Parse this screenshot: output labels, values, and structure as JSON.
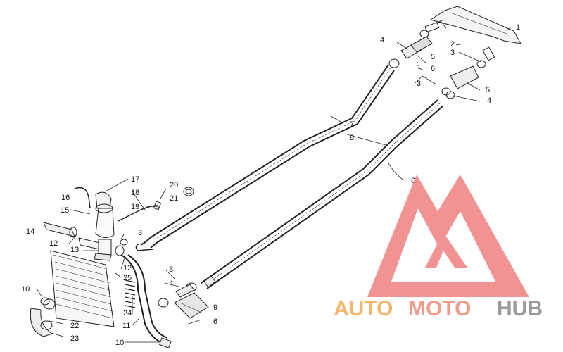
{
  "diagram": {
    "callouts": [
      "1",
      "2",
      "3",
      "3",
      "3",
      "3",
      "4",
      "4",
      "4",
      "4",
      "5",
      "5",
      "6",
      "6",
      "6",
      "7",
      "8",
      "9",
      "10",
      "10",
      "11",
      "12",
      "12",
      "13",
      "14",
      "15",
      "16",
      "17",
      "18",
      "19",
      "20",
      "21",
      "22",
      "23",
      "24",
      "25"
    ]
  },
  "watermark": {
    "brand_parts": [
      "AUTO",
      "MOTO",
      "HUB"
    ],
    "colors": {
      "logo": "#f08080",
      "auto": "#f5b56a",
      "moto": "#f29a8a",
      "hub": "#9a9a9a"
    }
  }
}
